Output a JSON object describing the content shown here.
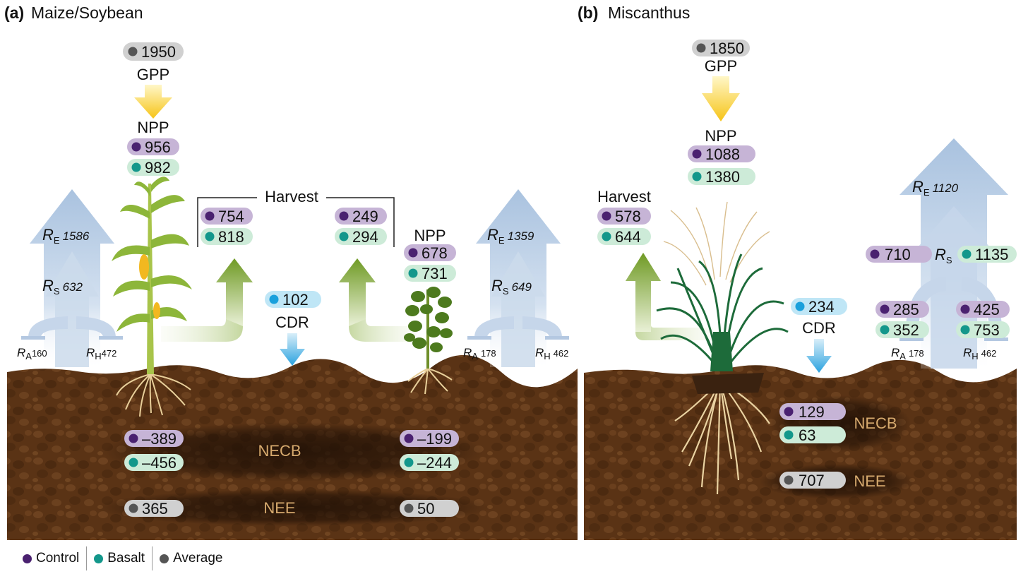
{
  "panels": {
    "a": {
      "tag": "(a)",
      "title": "Maize/Soybean",
      "gpp_value": "1950",
      "gpp_label": "GPP",
      "maize_npp_label": "NPP",
      "maize_npp_control": "956",
      "maize_npp_basalt": "982",
      "harvest_label": "Harvest",
      "harvest_maize_control": "754",
      "harvest_maize_basalt": "818",
      "harvest_soy_control": "249",
      "harvest_soy_basalt": "294",
      "soy_npp_label": "NPP",
      "soy_npp_control": "678",
      "soy_npp_basalt": "731",
      "cdr_value": "102",
      "cdr_label": "CDR",
      "left_re_sym": "R",
      "left_re_sub": "E",
      "left_re_value": "1586",
      "left_rs_sym": "R",
      "left_rs_sub": "S",
      "left_rs_value": "632",
      "left_ra_sym": "R",
      "left_ra_sub": "A",
      "left_ra_value": "160",
      "left_rh_sym": "R",
      "left_rh_sub": "H",
      "left_rh_value": "472",
      "right_re_sym": "R",
      "right_re_sub": "E",
      "right_re_value": "1359",
      "right_rs_sym": "R",
      "right_rs_sub": "S",
      "right_rs_value": "649",
      "right_ra_sym": "R",
      "right_ra_sub": "A",
      "right_ra_value": "178",
      "right_rh_sym": "R",
      "right_rh_sub": "H",
      "right_rh_value": "462",
      "necb_label": "NECB",
      "necb_maize_control": "–389",
      "necb_maize_basalt": "–456",
      "necb_soy_control": "–199",
      "necb_soy_basalt": "–244",
      "nee_label": "NEE",
      "nee_maize_average": "365",
      "nee_soy_average": "50"
    },
    "b": {
      "tag": "(b)",
      "title": "Miscanthus",
      "gpp_value": "1850",
      "gpp_label": "GPP",
      "npp_label": "NPP",
      "npp_control": "1088",
      "npp_basalt": "1380",
      "harvest_label": "Harvest",
      "harvest_control": "578",
      "harvest_basalt": "644",
      "cdr_value": "234",
      "cdr_label": "CDR",
      "re_sym": "R",
      "re_sub": "E",
      "re_value": "1120",
      "rs_sym": "R",
      "rs_sub": "S",
      "rs_control": "710",
      "rs_basalt": "1135",
      "ra_sym": "R",
      "ra_sub": "A",
      "ra_value": "178",
      "ra_control": "285",
      "ra_basalt": "352",
      "rh_sym": "R",
      "rh_sub": "H",
      "rh_value": "462",
      "rh_control": "425",
      "rh_basalt": "753",
      "necb_label": "NECB",
      "necb_control": "129",
      "necb_basalt": "63",
      "nee_label": "NEE",
      "nee_average": "707"
    }
  },
  "legend": {
    "control_label": "Control",
    "basalt_label": "Basalt",
    "average_label": "Average"
  },
  "colors": {
    "control_pill": "#c6b4d6",
    "control_dot": "#4a2170",
    "basalt_pill": "#cdebd8",
    "basalt_dot": "#13978b",
    "average_pill": "#d0d0d0",
    "average_dot": "#555555",
    "cdr_pill": "#bfe6f6",
    "cdr_dot": "#1aa0dc",
    "soil": "#5a3315",
    "gpp_arrow": "#f7c81e",
    "harvest_arrow": "#6f9a24",
    "resp_arrow": "#aac3e0",
    "cdr_arrow": "#45aee0",
    "soil_label": "#d7aa6e"
  },
  "icons": [
    "maize-plant-icon",
    "soybean-plant-icon",
    "miscanthus-plant-icon"
  ]
}
